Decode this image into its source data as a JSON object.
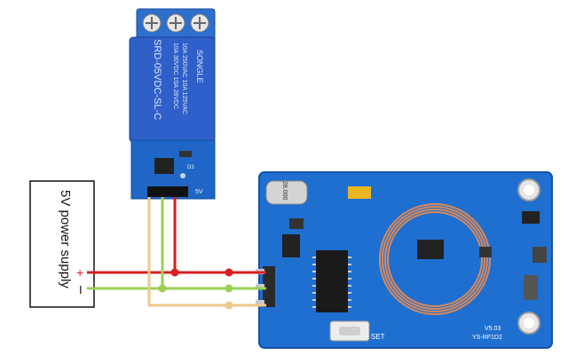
{
  "power_supply": {
    "label": "5V power supply",
    "plus_symbol": "+",
    "minus_symbol": "I"
  },
  "relay_module": {
    "brand": "SONGLE",
    "model": "SRD-05VDC-SL-C",
    "rating_lines": [
      "10A 250VAC  10A 125VAC",
      "10A 30VDC  10A 28VDC"
    ],
    "pcb_label": "5V",
    "led_label": "D3"
  },
  "rfid_module": {
    "crystal_label": "28.000",
    "version": "V5.03",
    "model": "YS-RF1D2",
    "button_label": "SET"
  },
  "colors": {
    "wire_red": "#d81e1e",
    "wire_green": "#9bcf53",
    "wire_yellow": "#efc78a",
    "pcb_blue": "#1e6fd0",
    "relay_blue": "#2f5fc8",
    "coil_copper": "#d9895a"
  }
}
